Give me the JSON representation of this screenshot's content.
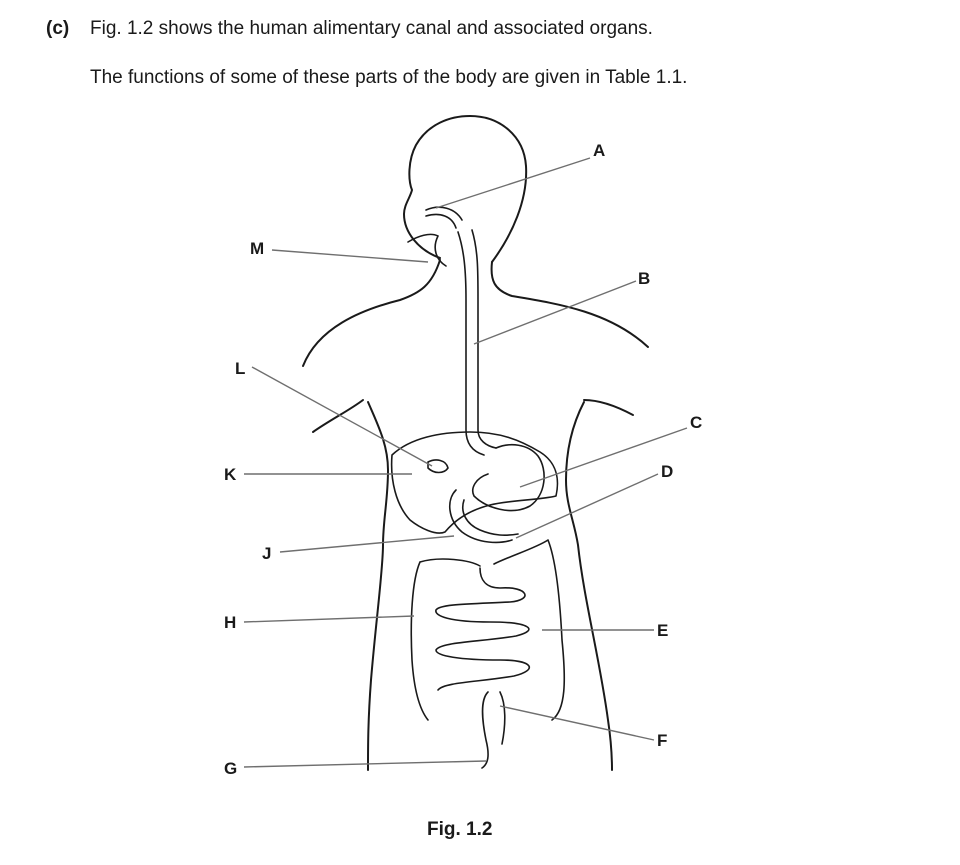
{
  "question": {
    "part_label": "(c)",
    "intro": "Fig. 1.2 shows the human alimentary canal and associated organs.",
    "instruction": "The functions of some of these parts of the body are given in Table 1.1."
  },
  "figure": {
    "caption": "Fig. 1.2",
    "labels": {
      "A": "A",
      "B": "B",
      "C": "C",
      "D": "D",
      "E": "E",
      "F": "F",
      "G": "G",
      "H": "H",
      "J": "J",
      "K": "K",
      "L": "L",
      "M": "M"
    }
  }
}
